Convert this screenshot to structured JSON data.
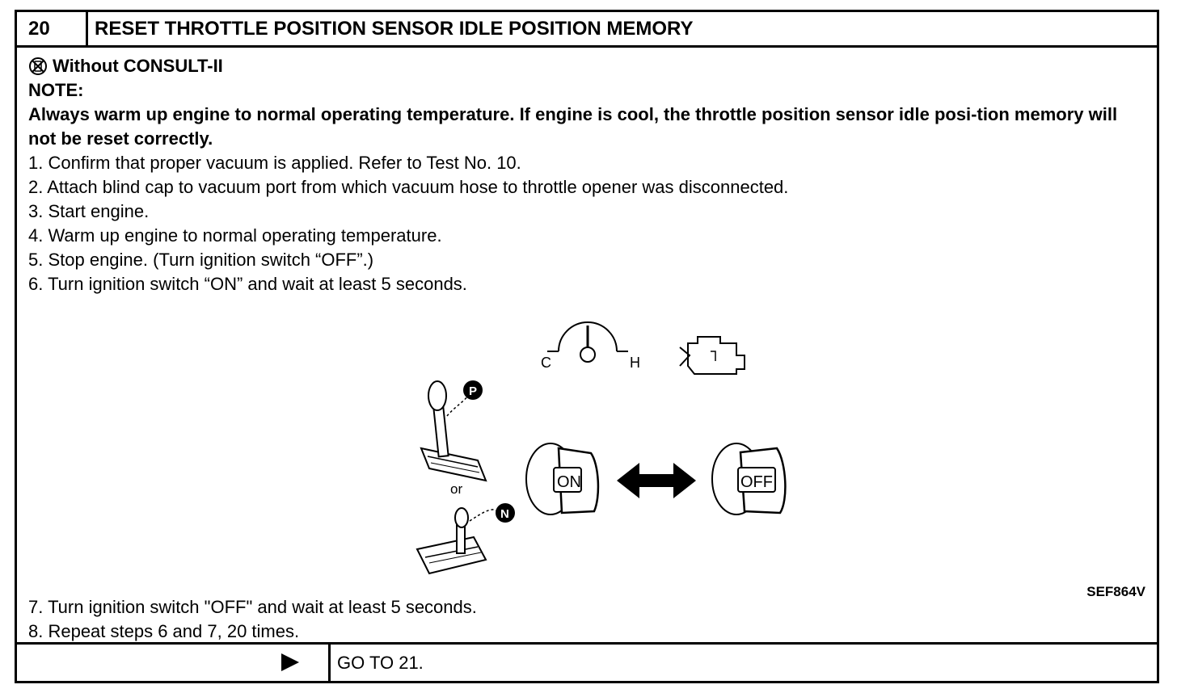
{
  "step": {
    "number": "20",
    "title": "RESET THROTTLE POSITION SENSOR IDLE POSITION MEMORY"
  },
  "mode": {
    "icon": "no-consult-icon",
    "label": "Without CONSULT-II"
  },
  "note": {
    "label": "NOTE:",
    "text": "Always warm up engine to normal operating temperature. If engine is cool, the throttle position sensor idle posi-tion memory will not be reset correctly."
  },
  "steps": [
    "1.  Confirm that proper vacuum is applied. Refer to Test No. 10.",
    "2.  Attach blind cap to vacuum port from which vacuum hose to throttle opener was disconnected.",
    "3.  Start engine.",
    "4.  Warm up engine to normal operating temperature.",
    "5.  Stop engine. (Turn ignition switch “OFF”.)",
    "6.  Turn ignition switch “ON” and wait at least 5 seconds."
  ],
  "figure": {
    "gauge_cold": "C",
    "gauge_hot": "H",
    "park_badge": "P",
    "neutral_badge": "N",
    "or_label": "or",
    "key_on": "ON",
    "key_off": "OFF",
    "code": "SEF864V"
  },
  "steps_after": [
    "7.  Turn ignition switch \"OFF\" and wait at least 5 seconds.",
    "8.  Repeat steps 6 and 7, 20 times."
  ],
  "footer": {
    "action": "GO TO 21."
  }
}
